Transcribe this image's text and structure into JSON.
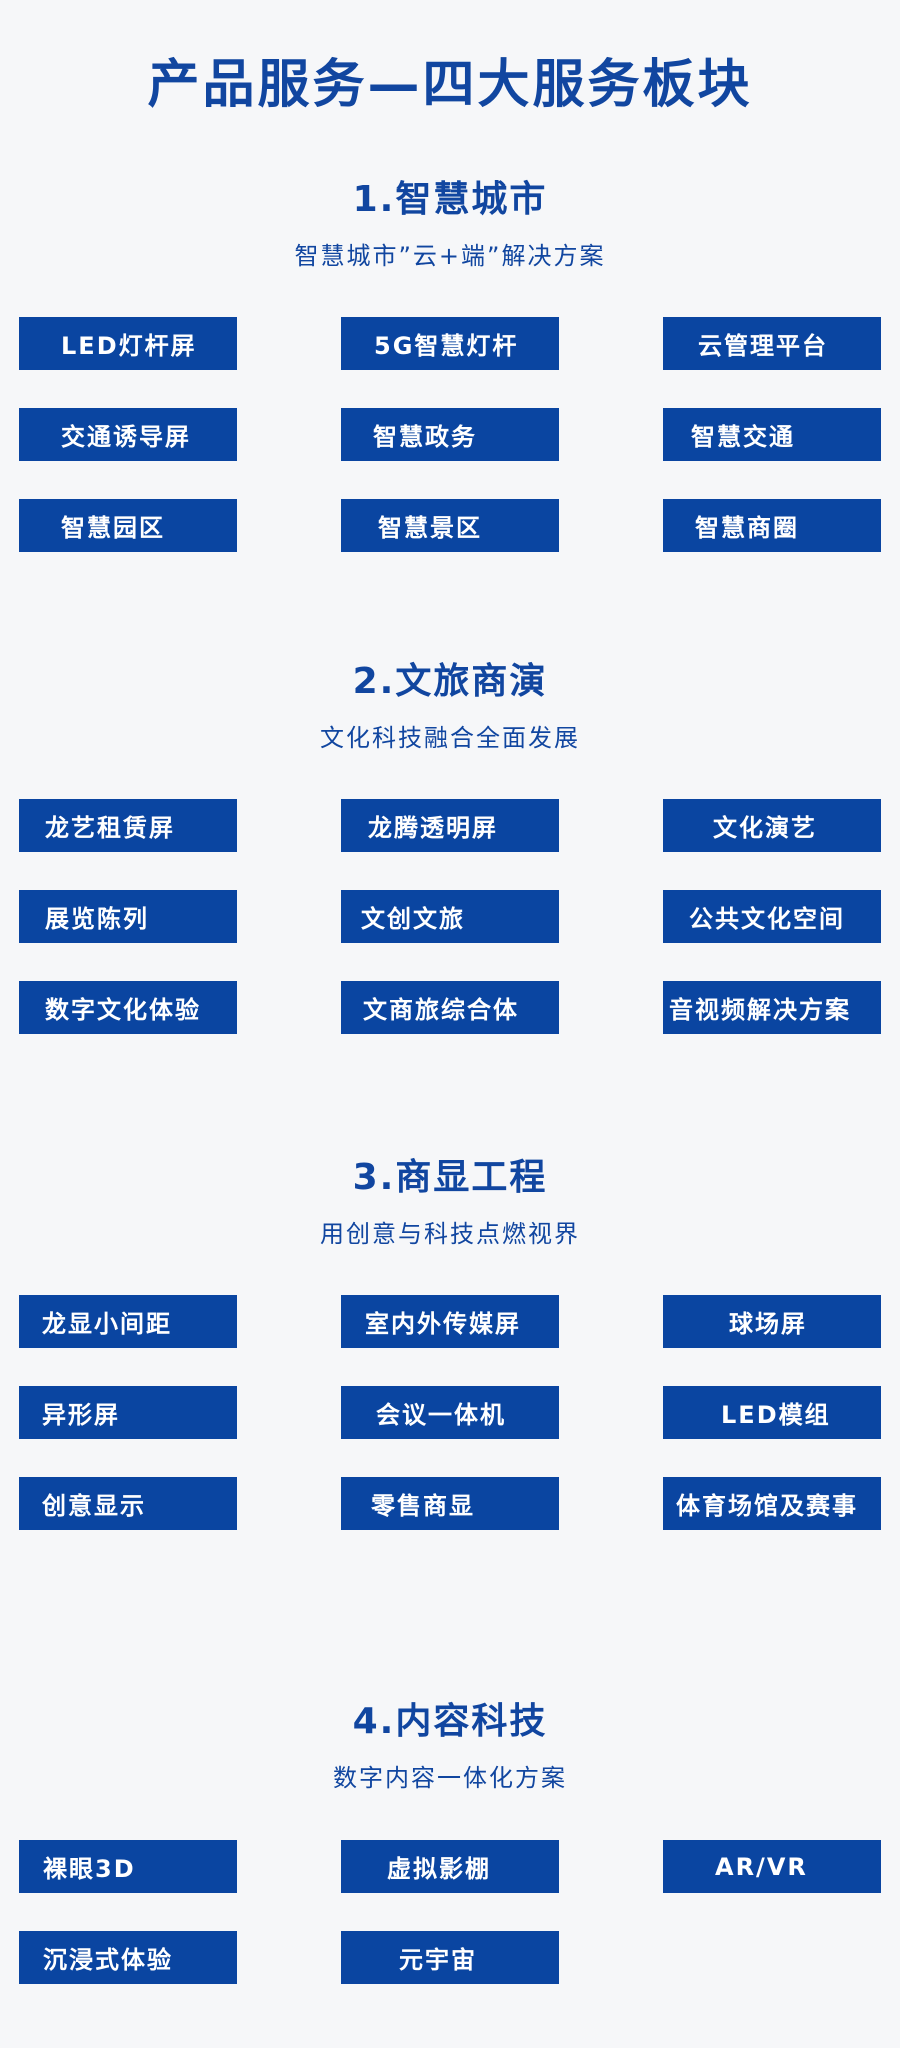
{
  "page_title": "产品服务—四大服务板块",
  "sections": [
    {
      "title": "1.智慧城市",
      "subtitle": "智慧城市”云+端”解决方案",
      "items": [
        "LED灯杆屏",
        "5G智慧灯杆",
        "云管理平台",
        "交通诱导屏",
        "智慧政务",
        "智慧交通",
        "智慧园区",
        "智慧景区",
        "智慧商圈"
      ]
    },
    {
      "title": "2.文旅商演",
      "subtitle": "文化科技融合全面发展",
      "items": [
        "龙艺租赁屏",
        "龙腾透明屏",
        "文化演艺",
        "展览陈列",
        "文创文旅",
        "公共文化空间",
        "数字文化体验",
        "文商旅综合体",
        "音视频解决方案"
      ]
    },
    {
      "title": "3.商显工程",
      "subtitle": "用创意与科技点燃视界",
      "items": [
        "龙显小间距",
        "室内外传媒屏",
        "球场屏",
        "异形屏",
        "会议一体机",
        "LED模组",
        "创意显示",
        "零售商显",
        "体育场馆及赛事"
      ]
    },
    {
      "title": "4.内容科技",
      "subtitle": "数字内容一体化方案",
      "items": [
        "裸眼3D",
        "虚拟影棚",
        "AR/VR",
        "沉浸式体验",
        "元宇宙"
      ]
    }
  ],
  "colors": {
    "background": "#f6f7f9",
    "accent": "#0a45a1",
    "heading": "#1146a0",
    "button_text": "#ffffff"
  }
}
